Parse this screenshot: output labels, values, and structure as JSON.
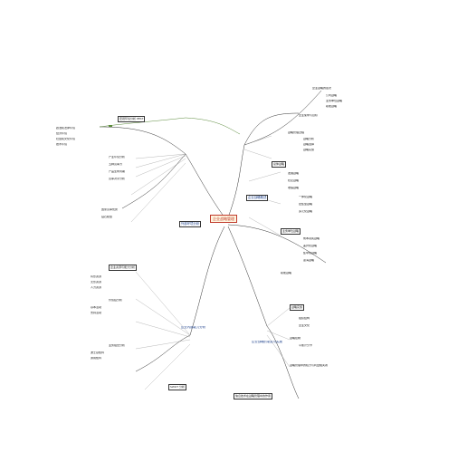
{
  "center": {
    "title": "企业战略管理"
  },
  "branches": {
    "top_left": "外部环境分析",
    "top_right": "企业战略概述",
    "bottom_left": "企业内部能力分析",
    "bottom_right": "企业战略的制定与实施"
  },
  "nodes": {
    "t1": "企业战略的层次",
    "t2": "公司战略",
    "t3": "业务单位战略",
    "t4": "职能战略",
    "t5": "企业使命与目标",
    "t6": "战略管理过程",
    "t7": "战略分析",
    "t8": "战略选择",
    "t9": "战略实施",
    "l1": "宏观环境分析 PEST",
    "l2": "政治和法律环境",
    "l3": "经济环境",
    "l4": "社会和文化环境",
    "l5": "技术环境",
    "l6": "产业环境分析",
    "l7": "五种竞争力",
    "l8": "产品生命周期",
    "l9": "竞争对手分析",
    "l10": "国家竞争优势",
    "l11": "钻石模型",
    "r1": "总体战略",
    "r2": "发展战略",
    "r3": "稳定战略",
    "r4": "收缩战略",
    "r5": "一体化战略",
    "r6": "密集型战略",
    "r7": "多元化战略",
    "r8": "业务单位战略",
    "r9": "成本领先战略",
    "r10": "差异化战略",
    "r11": "集中化战略",
    "r12": "蓝海战略",
    "r13": "职能战略",
    "b1": "企业资源与能力分析",
    "b2": "有形资源",
    "b3": "无形资源",
    "b4": "人力资源",
    "b5": "价值链分析",
    "b6": "基本活动",
    "b7": "支持活动",
    "b8": "业务组合分析",
    "b9": "波士顿矩阵",
    "b10": "通用矩阵",
    "b11": "SWOT 分析",
    "c1": "战略实施",
    "c2": "组织结构",
    "c3": "企业文化",
    "c4": "战略控制",
    "c5": "平衡计分卡",
    "c6": "战略管理中的权力与利益相关者",
    "c7": "信息技术在战略管理中的作用"
  },
  "colors": {
    "line": "#333333",
    "center_border": "#c03a2b",
    "center_fill": "#fff6e0",
    "branch": "#1a3e8a",
    "green": "#5a8a3a",
    "highlight": "#fff3a8"
  }
}
